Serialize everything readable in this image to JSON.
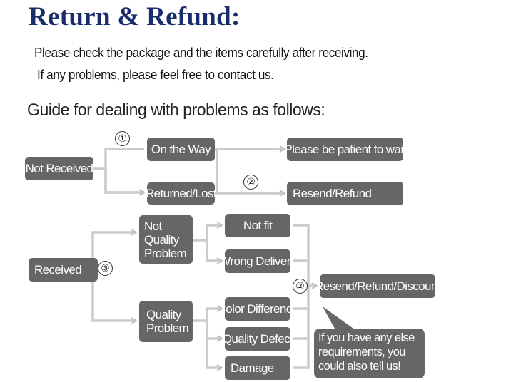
{
  "header": {
    "title": "Return & Refund:",
    "line1": "Please check the package and the items carefully after receiving.",
    "line2": "If any problems, please feel free to contact us.",
    "guide": "Guide for dealing with problems as follows:"
  },
  "flow": {
    "not_received": "Not Received",
    "on_the_way": "On the Way",
    "returned_lost": "Returned/Lost",
    "patient_wait": "Please be patient to wait",
    "resend_refund": "Resend/Refund",
    "received": "Received",
    "not_quality_problem": "Not Quality Problem",
    "quality_problem": "Quality Problem",
    "not_fit": "Not fit",
    "wrong_delivery": "Wrong Delivery",
    "color_difference": "Color Difference",
    "quality_defect": "Quality Defect",
    "damage": "Damage",
    "resend_refund_discount": "Resend/Refund/Discount",
    "bubble_text": "If you have any else requirements, you could also tell us!"
  },
  "markers": {
    "one": "①",
    "two_top": "②",
    "three": "③",
    "two_bottom": "②"
  },
  "colors": {
    "title": "#1a2d6b",
    "box_fill": "#666666",
    "connector": "#c8c8c8"
  }
}
